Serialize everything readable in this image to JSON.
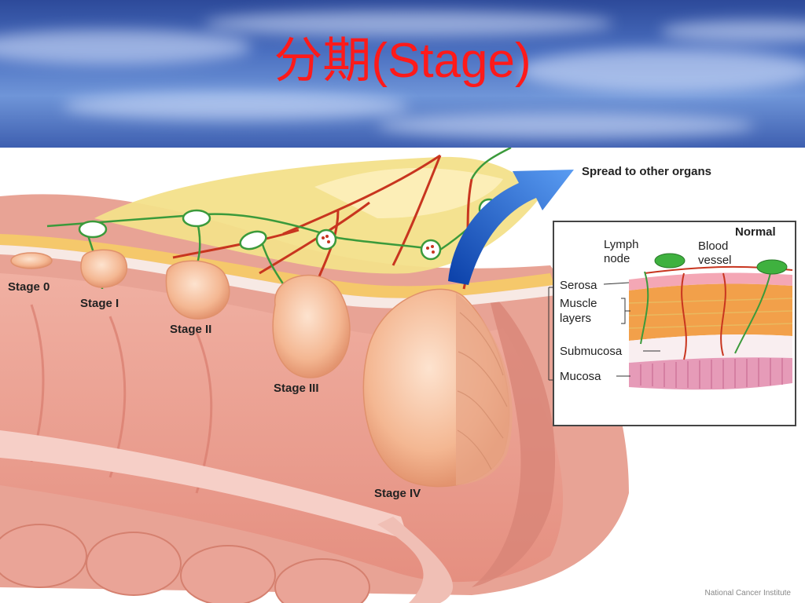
{
  "slide": {
    "title": "分期(Stage)"
  },
  "diagram": {
    "stages": [
      "Stage 0",
      "Stage I",
      "Stage II",
      "Stage III",
      "Stage IV"
    ],
    "spread_label": "Spread to other organs",
    "inset": {
      "title": "Normal",
      "lymph_node": "Lymph node",
      "lymph_node_line1": "Lymph",
      "lymph_node_line2": "node",
      "blood_vessel_line1": "Blood",
      "blood_vessel_line2": "vessel",
      "serosa": "Serosa",
      "muscle_line1": "Muscle",
      "muscle_line2": "layers",
      "submucosa": "Submucosa",
      "mucosa": "Mucosa"
    },
    "credit": "National Cancer Institute"
  },
  "colors": {
    "title": "#ff1a1a",
    "tissue": "#e89a8c",
    "tumor": "#f6c3a4",
    "fat": "#f3e08a",
    "vessel_red": "#c8351f",
    "vessel_green": "#3b9a3b",
    "arrow": "#1f56c8"
  }
}
